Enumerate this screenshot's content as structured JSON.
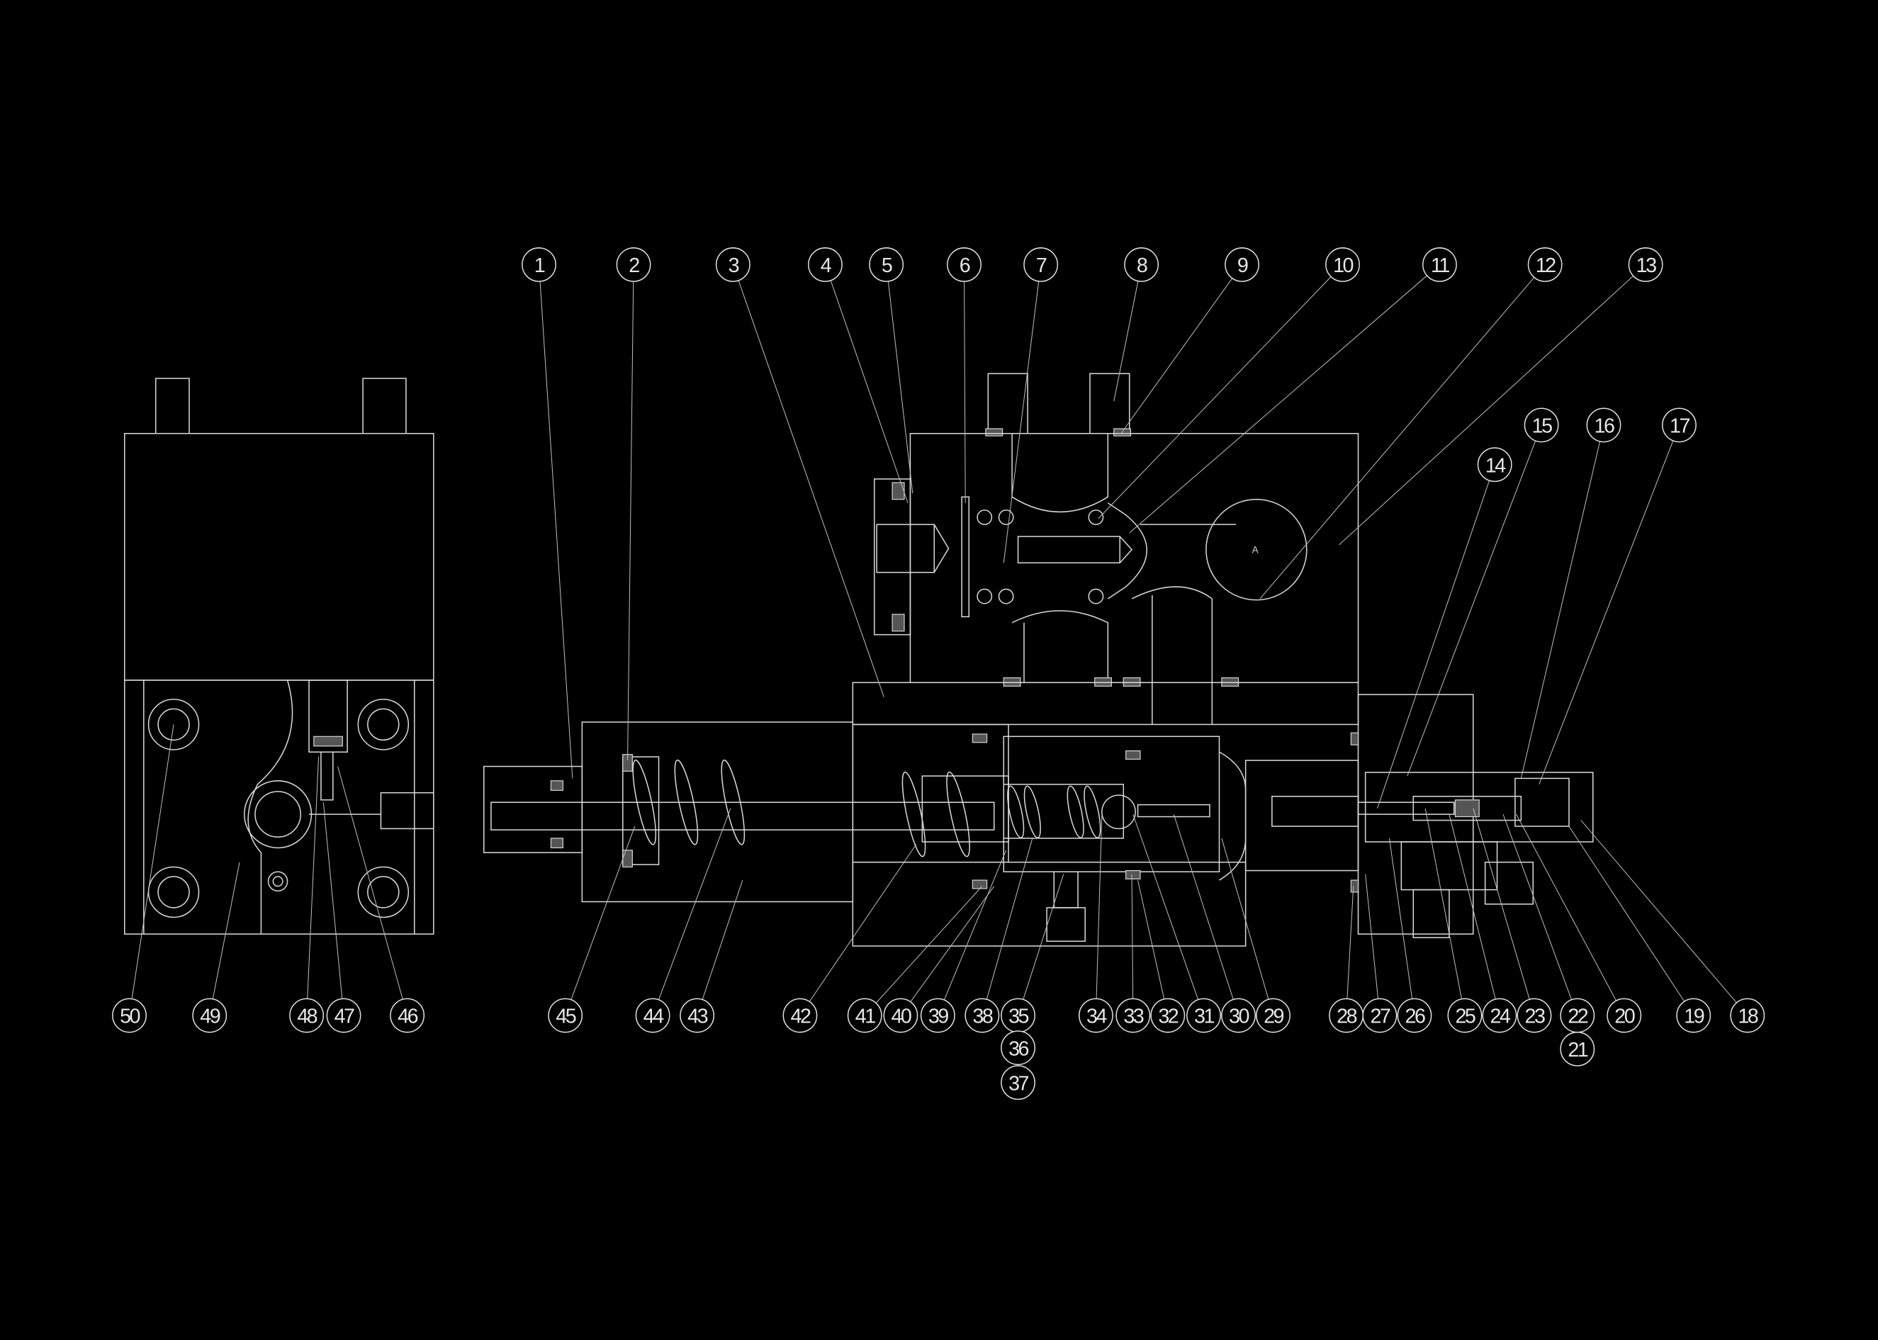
{
  "drawing": {
    "title": "Valve assembly sectional drawing with part callouts",
    "section_mark": "A",
    "colors": {
      "background": "#000000",
      "lines": "#d8d8d8"
    },
    "callouts": [
      "1",
      "2",
      "3",
      "4",
      "5",
      "6",
      "7",
      "8",
      "9",
      "10",
      "11",
      "12",
      "13",
      "14",
      "15",
      "16",
      "17",
      "18",
      "19",
      "20",
      "21",
      "22",
      "23",
      "24",
      "25",
      "26",
      "27",
      "28",
      "29",
      "30",
      "31",
      "32",
      "33",
      "34",
      "35",
      "36",
      "37",
      "38",
      "39",
      "40",
      "41",
      "42",
      "43",
      "44",
      "45",
      "46",
      "47",
      "48",
      "49",
      "50"
    ]
  }
}
